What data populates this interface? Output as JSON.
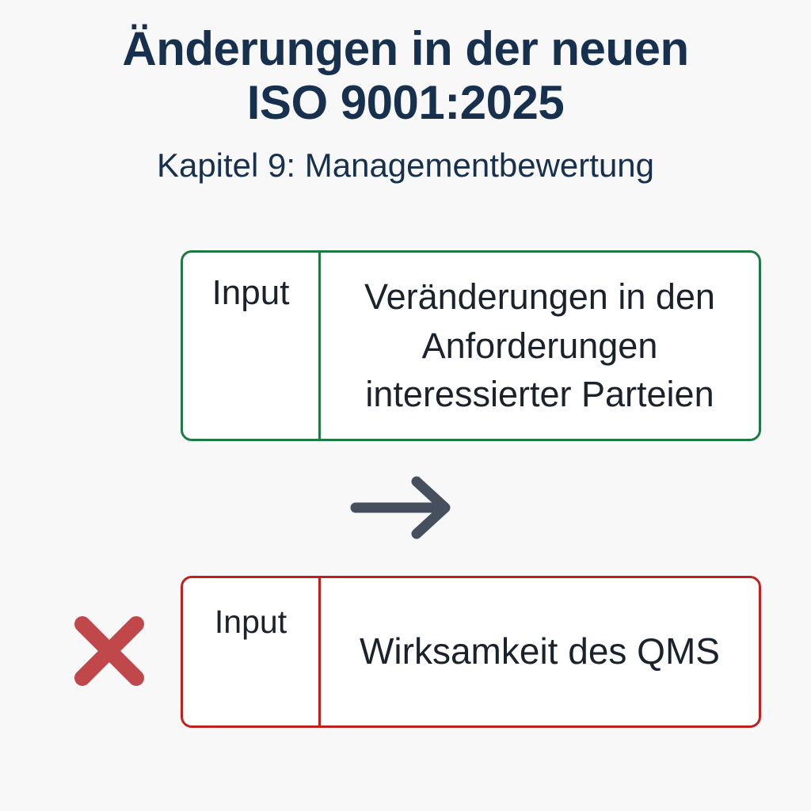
{
  "header": {
    "title_line_1": "Änderungen in der neuen",
    "title_line_2": "ISO 9001:2025",
    "subtitle": "Kapitel 9: Managementbewertung",
    "title_color": "#17304d"
  },
  "new_version_box": {
    "status": "new",
    "border_color": "#1e7a45",
    "label": "Input",
    "value_line_1": "Veränderungen in den",
    "value_line_2": "Anforderungen",
    "value_line_3": "interessierter Parteien",
    "value_full": "Veränderungen in den Anforderungen interessierter Parteien"
  },
  "old_version_box": {
    "status": "removed",
    "border_color": "#c0201f",
    "label": "Input",
    "value": "Wirksamkeit des QMS"
  },
  "arrow": {
    "icon": "arrow-right-icon",
    "color": "#454f5e",
    "direction": "right"
  },
  "removed_marker": {
    "icon": "cross-x-icon",
    "color": "#c0474a",
    "meaning": "entfällt"
  },
  "page": {
    "background_color": "#f8f8f9",
    "text_color": "#1a222c"
  }
}
